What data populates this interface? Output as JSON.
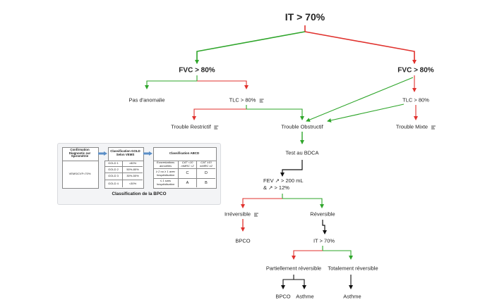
{
  "nodes": {
    "it_top": "IT > 70%",
    "fvc_left": "FVC > 80%",
    "fvc_right": "FVC > 80%",
    "pas_anomalie": "Pas d'anomalie",
    "tlc_left": "TLC > 80%",
    "tlc_right": "TLC > 80%",
    "trouble_restrictif": "Trouble Restrictif",
    "trouble_obstructif": "Trouble Obstructif",
    "trouble_mixte": "Trouble Mixte",
    "test_bdca": "Test au BDCA",
    "fev_line1": "FEV ↗ > 200 mL",
    "fev_line2": "& ↗ > 12%",
    "irreversible": "Irréversible",
    "reversible": "Réversible",
    "bpco": "BPCO",
    "it_bottom": "IT > 70%",
    "partiellement": "Partiellement réversible",
    "totalement": "Totalement réversible",
    "bpco_bottom": "BPCO",
    "asthme_mid": "Asthme",
    "asthme_right": "Asthme"
  },
  "card": {
    "header_confirmation": "Confirmation Diagnostic sur Spirométrie",
    "header_gold": "Classification GOLD Selon VEMS",
    "header_abcd": "Classification ABCD",
    "vems_label": "VEMS/CVF<70%",
    "gold_rows": [
      {
        "grade": "GOLD 1",
        "value": ">80%"
      },
      {
        "grade": "GOLD 2",
        "value": "50%-80%"
      },
      {
        "grade": "GOLD 3",
        "value": "30%-50%"
      },
      {
        "grade": "GOLD 4",
        "value": "<30%"
      }
    ],
    "abcd_col1": "Exacerbations annuelles",
    "abcd_col2": "CAT <10 mMRC <2",
    "abcd_col3": "CAT ≥10 mMRC ≥2",
    "abcd_row1_label": "≥ 2 ou ≥ 1 avec hospitalisation",
    "abcd_row2_label": "≤ 1 sans hospitalisation",
    "abcd_c": "C",
    "abcd_d": "D",
    "abcd_a": "A",
    "abcd_b": "B",
    "caption": "Classification de la BPCO"
  },
  "colors": {
    "red": "#e0312d",
    "green": "#2ea52a",
    "black": "#111111",
    "arrow_blue": "#5b8fc7"
  }
}
